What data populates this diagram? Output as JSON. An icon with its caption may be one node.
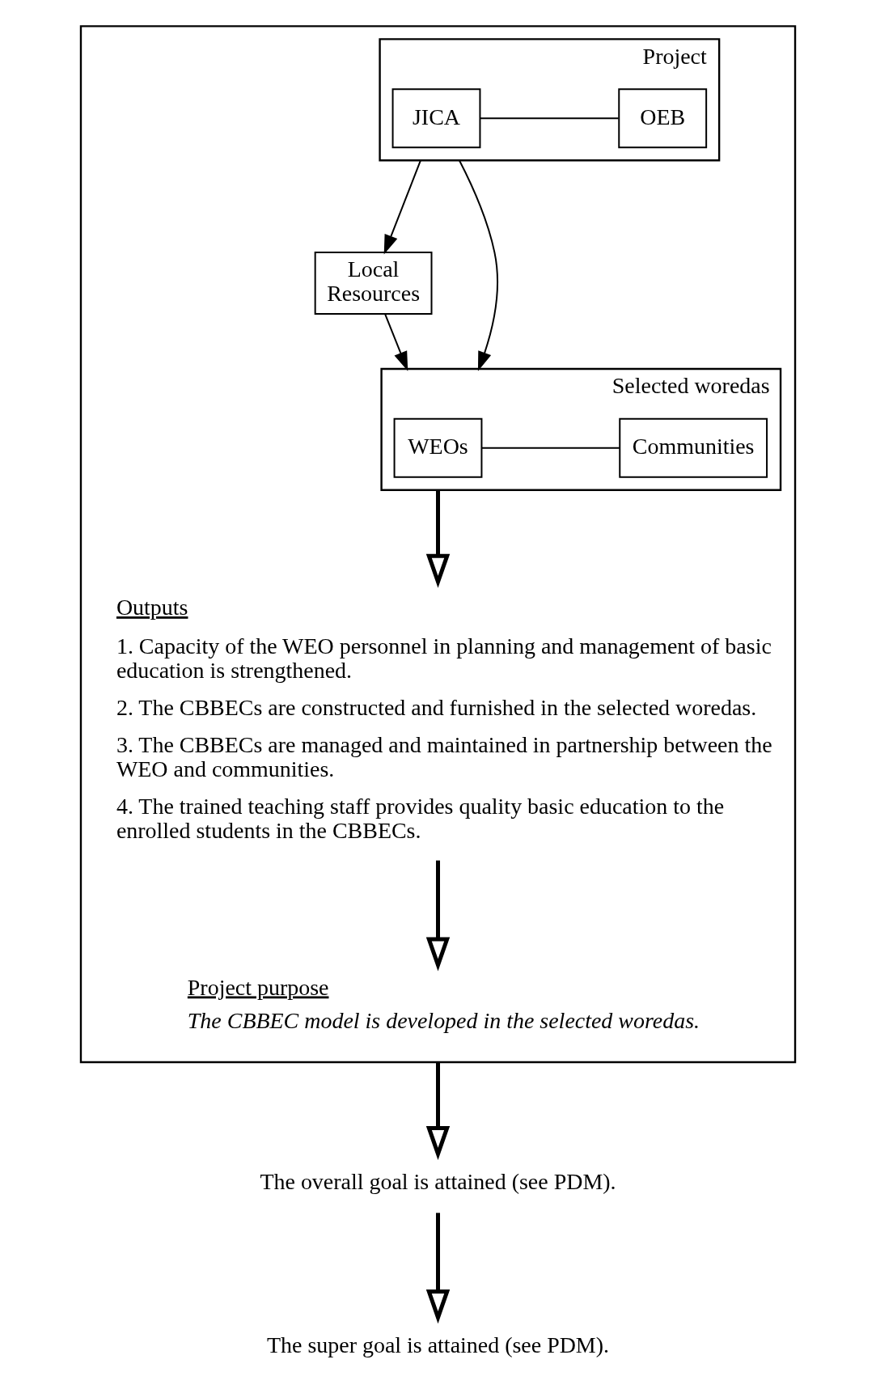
{
  "diagram": {
    "nodes": [
      {
        "text": [],
        "shape": "box"
      },
      {
        "text": [
          "Project"
        ],
        "in": 0
      },
      {
        "text": [
          "JICA"
        ],
        "in": 1
      },
      {
        "text": [
          "OEB"
        ],
        "in": 1
      },
      {
        "text": [
          "Local Resources"
        ],
        "in": 0
      },
      {
        "text": [
          "Selected woredas"
        ],
        "in": 0
      },
      {
        "text": [
          "WEOs"
        ],
        "in": 5
      },
      {
        "text": [
          "Communities"
        ],
        "in": 5
      },
      {
        "text": [
          "Outputs",
          "1. Capacity of the WEO personnel in planning and management of basic education is strengthened.",
          "2. The CBBECs are constructed and furnished in the selected woredas.",
          "3. The CBBECs are managed and maintained in partnership between the WEO and communities.",
          "4. The trained teaching staff provides quality basic education to the enrolled students in the CBBECs."
        ],
        "in": 0
      },
      {
        "text": [
          "Project purpose",
          "The CBBEC model is developed in the selected woredas."
        ],
        "in": 0
      },
      {
        "text": [
          "The overall goal is attained (see PDM)."
        ]
      },
      {
        "text": [
          "The super goal is attained (see PDM)."
        ]
      }
    ],
    "edges": [
      {
        "from": 2,
        "to": 3,
        "arrow": "none"
      },
      {
        "from": 1,
        "to": 4,
        "arrow": "to"
      },
      {
        "from": 1,
        "to": 5,
        "arrow": "to"
      },
      {
        "from": 4,
        "to": 5,
        "arrow": "to"
      },
      {
        "from": 6,
        "to": 7,
        "arrow": "none"
      },
      {
        "from": 5,
        "to": 8,
        "arrow": "to",
        "style": "thick"
      },
      {
        "from": 8,
        "to": 9,
        "arrow": "to",
        "style": "thick"
      },
      {
        "from": 0,
        "to": 10,
        "arrow": "to",
        "style": "thick"
      },
      {
        "from": 10,
        "to": 11,
        "arrow": "to",
        "style": "thick"
      }
    ]
  }
}
